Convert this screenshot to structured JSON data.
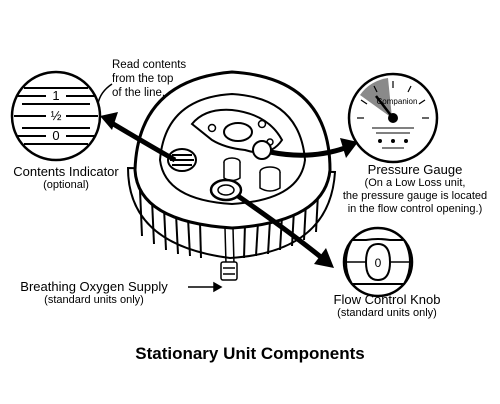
{
  "callouts": {
    "read_note": [
      "Read contents",
      "from the top",
      "of the line."
    ],
    "contents_indicator": {
      "title": "Contents Indicator",
      "sub": "(optional)",
      "marks": [
        "1",
        "½",
        "0"
      ]
    },
    "pressure_gauge": {
      "title": "Pressure Gauge",
      "sub": [
        "(On a Low Loss unit,",
        "the pressure gauge is located",
        "in the flow control opening.)"
      ],
      "brand": "Companion"
    },
    "breathing_supply": {
      "title": "Breathing Oxygen Supply",
      "sub": "(standard units only)"
    },
    "flow_knob": {
      "title": "Flow Control Knob",
      "sub": "(standard units only)",
      "mark": "0"
    }
  },
  "figure_title": "Stationary Unit Components"
}
